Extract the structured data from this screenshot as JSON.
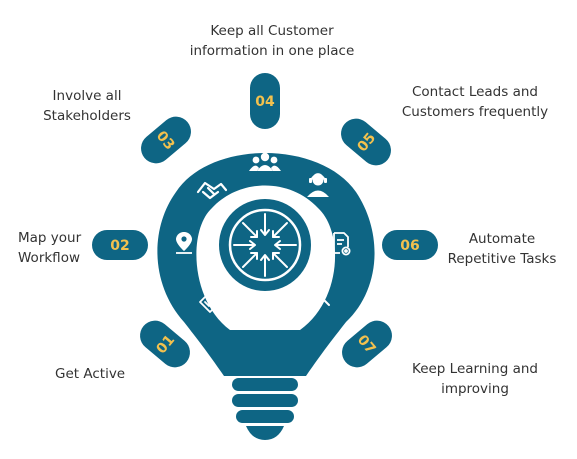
{
  "colors": {
    "bulb": "#0e6584",
    "pill_text": "#f2c14e",
    "icon": "#ffffff",
    "label_text": "#333333"
  },
  "center_icon": "arrows-pointing-inward-icon",
  "steps": [
    {
      "number": "01",
      "label": [
        "Get Active"
      ],
      "icon": "clipboard-check-icon"
    },
    {
      "number": "02",
      "label": [
        "Map your",
        "Workflow"
      ],
      "icon": "map-pin-icon"
    },
    {
      "number": "03",
      "label": [
        "Involve all",
        "Stakeholders"
      ],
      "icon": "handshake-icon"
    },
    {
      "number": "04",
      "label": [
        "Keep all Customer",
        "information in one place"
      ],
      "icon": "user-group-icon"
    },
    {
      "number": "05",
      "label": [
        "Contact Leads and",
        "Customers frequently"
      ],
      "icon": "headset-agent-icon"
    },
    {
      "number": "06",
      "label": [
        "Automate",
        "Repetitive Tasks"
      ],
      "icon": "document-gear-icon"
    },
    {
      "number": "07",
      "label": [
        "Keep Learning and",
        "improving"
      ],
      "icon": "magnifier-check-icon"
    }
  ]
}
